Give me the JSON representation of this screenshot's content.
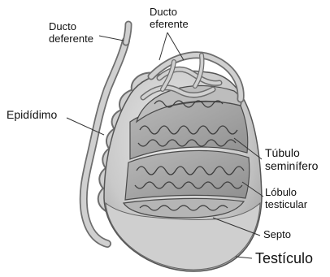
{
  "labels": {
    "ducto_deferente": "Ducto\ndeferente",
    "ducto_eferente": "Ducto\neferente",
    "epididimo": "Epidídimo",
    "tubulo_seminifero": "Túbulo\nseminífero",
    "lobulo_testicular": "Lóbulo\ntesticular",
    "septo": "Septo",
    "testiculo": "Testículo"
  },
  "colors": {
    "tube_outline": "#6e6e6e",
    "tube_fill": "#c8c8c8",
    "tunica": "#d4d4d4",
    "lobule_fill": "#a9a9a9",
    "lobule_line": "#4a4a4a",
    "leader": "#333333"
  }
}
